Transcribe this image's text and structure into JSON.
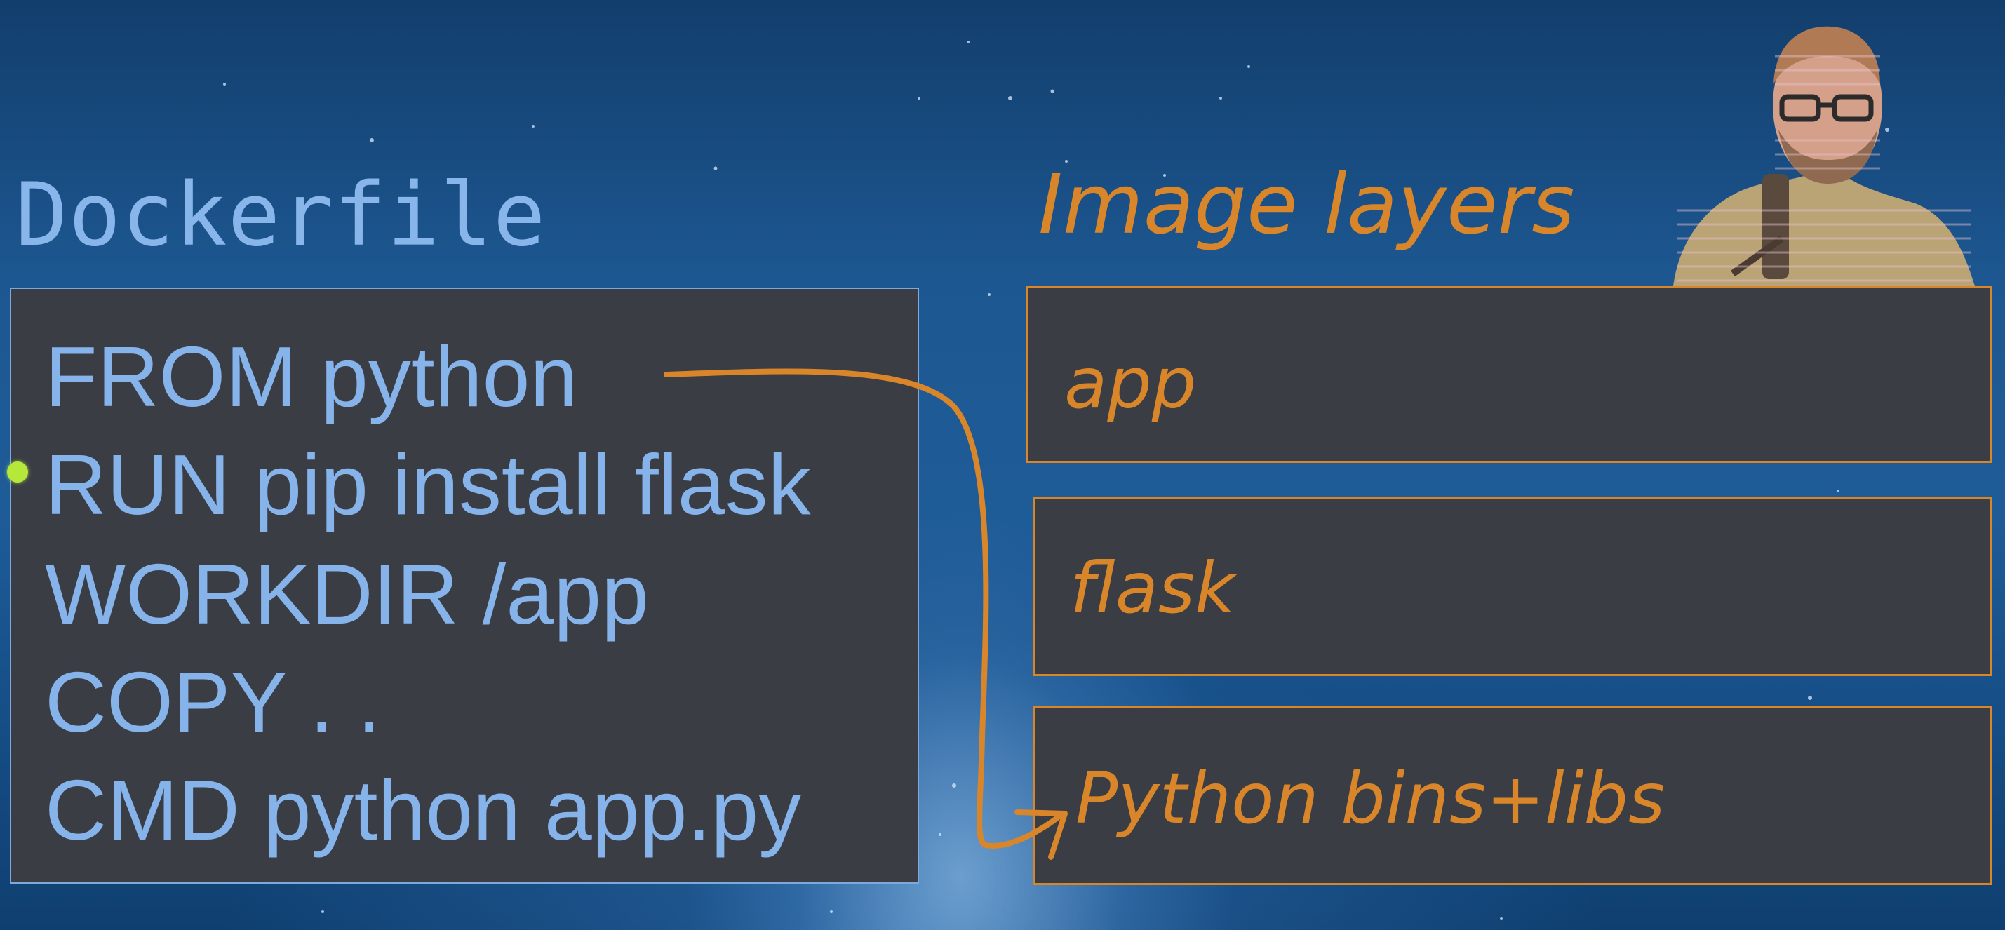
{
  "dockerfile": {
    "title": "Dockerfile",
    "lines": [
      "FROM python",
      "RUN pip install flask",
      "WORKDIR /app",
      "COPY . .",
      "CMD python app.py"
    ]
  },
  "image_layers": {
    "title": "Image layers",
    "layers": [
      "app",
      "flask",
      "Python bins+libs"
    ]
  },
  "colors": {
    "code_text": "#85b3ea",
    "annotation": "#d9862b",
    "panel": "#3b3d45",
    "background": "#1e5c98",
    "cursor": "#b6e83a"
  },
  "icons": {
    "cursor": "pointer-dot-icon",
    "presenter": "presenter-webcam-icon",
    "arrow": "curved-arrow-icon"
  }
}
